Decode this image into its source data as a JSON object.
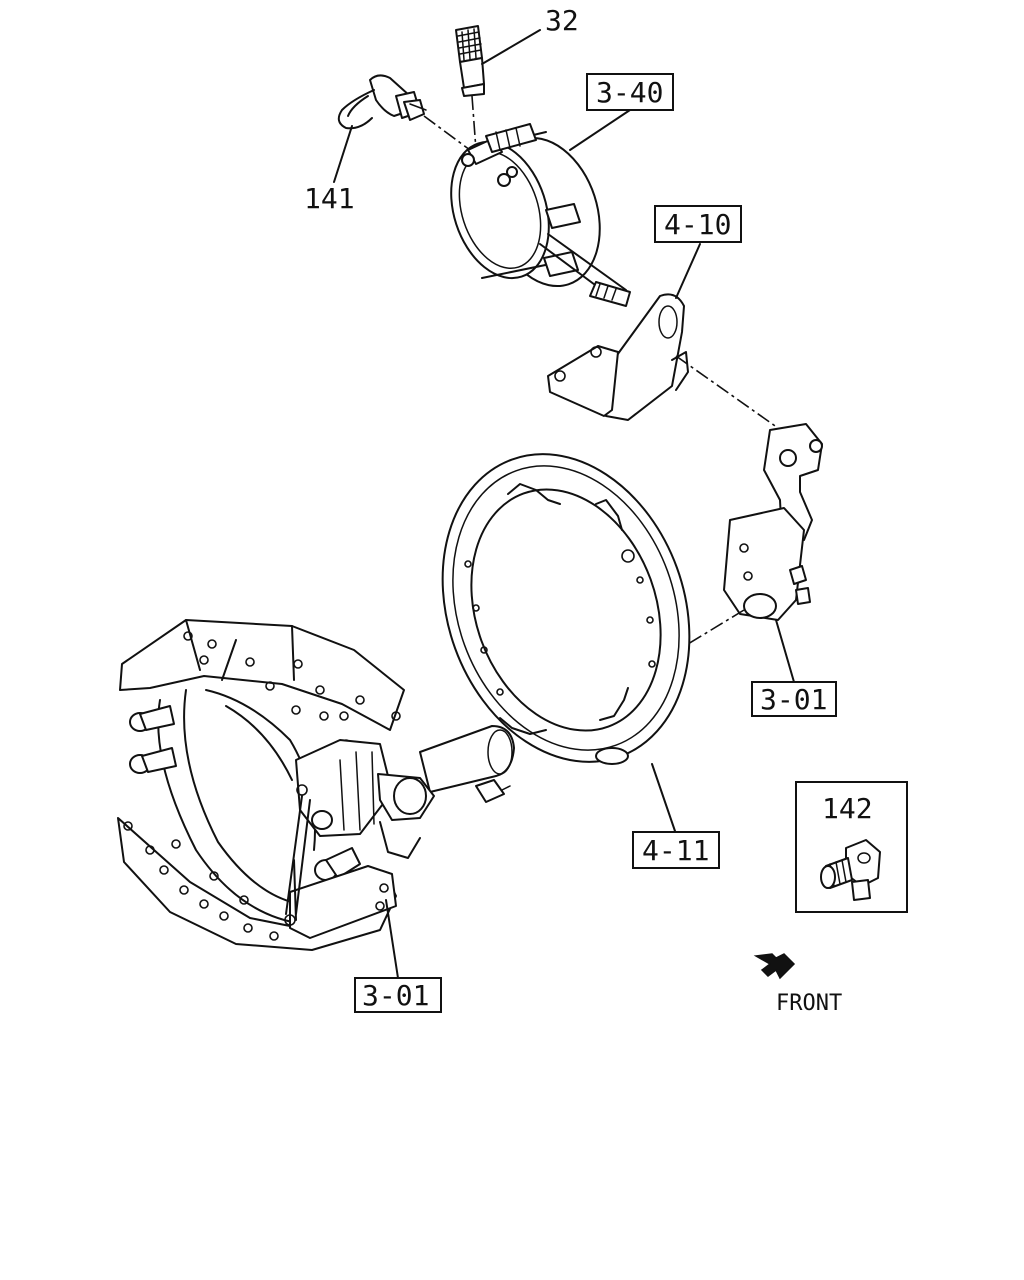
{
  "diagram": {
    "callouts": {
      "part_32": "32",
      "part_141": "141",
      "ref_3_40": "3-40",
      "ref_4_10": "4-10",
      "ref_3_01_upper": "3-01",
      "ref_4_11": "4-11",
      "ref_3_01_lower": "3-01",
      "part_142": "142"
    },
    "direction": {
      "label": "FRONT"
    }
  }
}
